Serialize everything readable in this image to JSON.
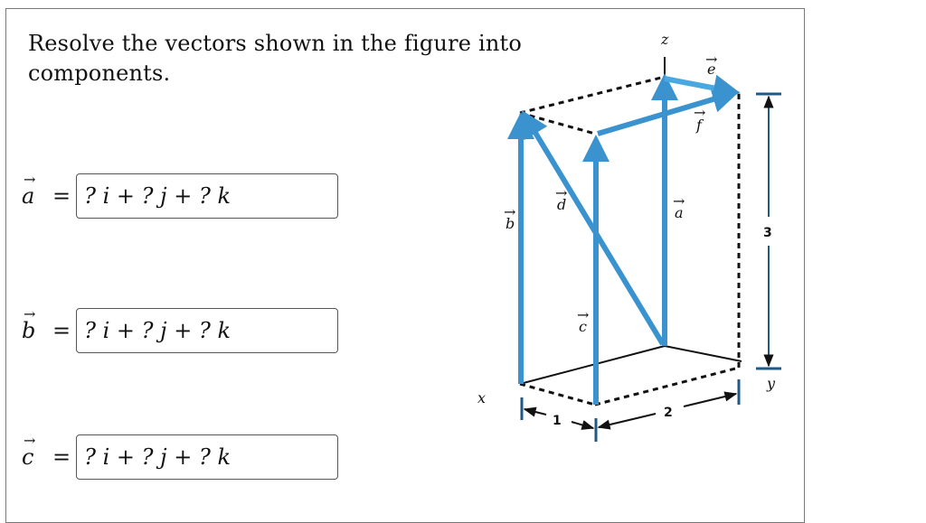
{
  "question": {
    "line1": "Resolve the vectors shown in the figure into",
    "line2": "components."
  },
  "answers": [
    {
      "name": "a",
      "arrow": "→",
      "equals": "=",
      "value": "? i + ? j + ? k"
    },
    {
      "name": "b",
      "arrow": "→",
      "equals": "=",
      "value": "? i + ? j + ? k"
    },
    {
      "name": "c",
      "arrow": "→",
      "equals": "=",
      "value": "? i + ? j + ? k"
    }
  ],
  "figure": {
    "axis_labels": {
      "x": "x",
      "y": "y",
      "z": "z"
    },
    "vector_labels": {
      "a": "a",
      "b": "b",
      "c": "c",
      "d": "d",
      "e": "e",
      "f": "f"
    },
    "arrow_mark": "→",
    "dimensions": {
      "x": "1",
      "y": "2",
      "z": "3"
    },
    "colors": {
      "vector": "#3a93cf",
      "vector_light": "#4aa8e0",
      "dim": "#1f5a86",
      "dashed": "#111111"
    }
  }
}
